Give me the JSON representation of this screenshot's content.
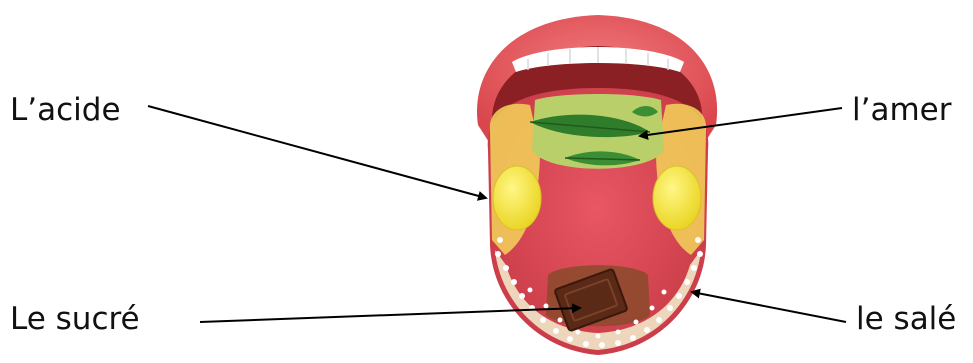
{
  "labels": {
    "acide": "L’acide",
    "amer": "l’amer",
    "sucre": "Le sucré",
    "sale": "le salé"
  },
  "colors": {
    "lips": "#e2595d",
    "mouth": "#8a1f24",
    "tongue": "#d94a55",
    "sour_zone": "#f3d35a",
    "bitter_zone": "#b9cf6a",
    "sweet_zone": "#7a3b22",
    "salt_dots": "#ffffff",
    "arrow": "#000000"
  },
  "icons": {
    "sour": "lemon-icon",
    "bitter": "herb-leaf-icon",
    "sweet": "chocolate-icon",
    "salty": "salt-grains-icon"
  }
}
